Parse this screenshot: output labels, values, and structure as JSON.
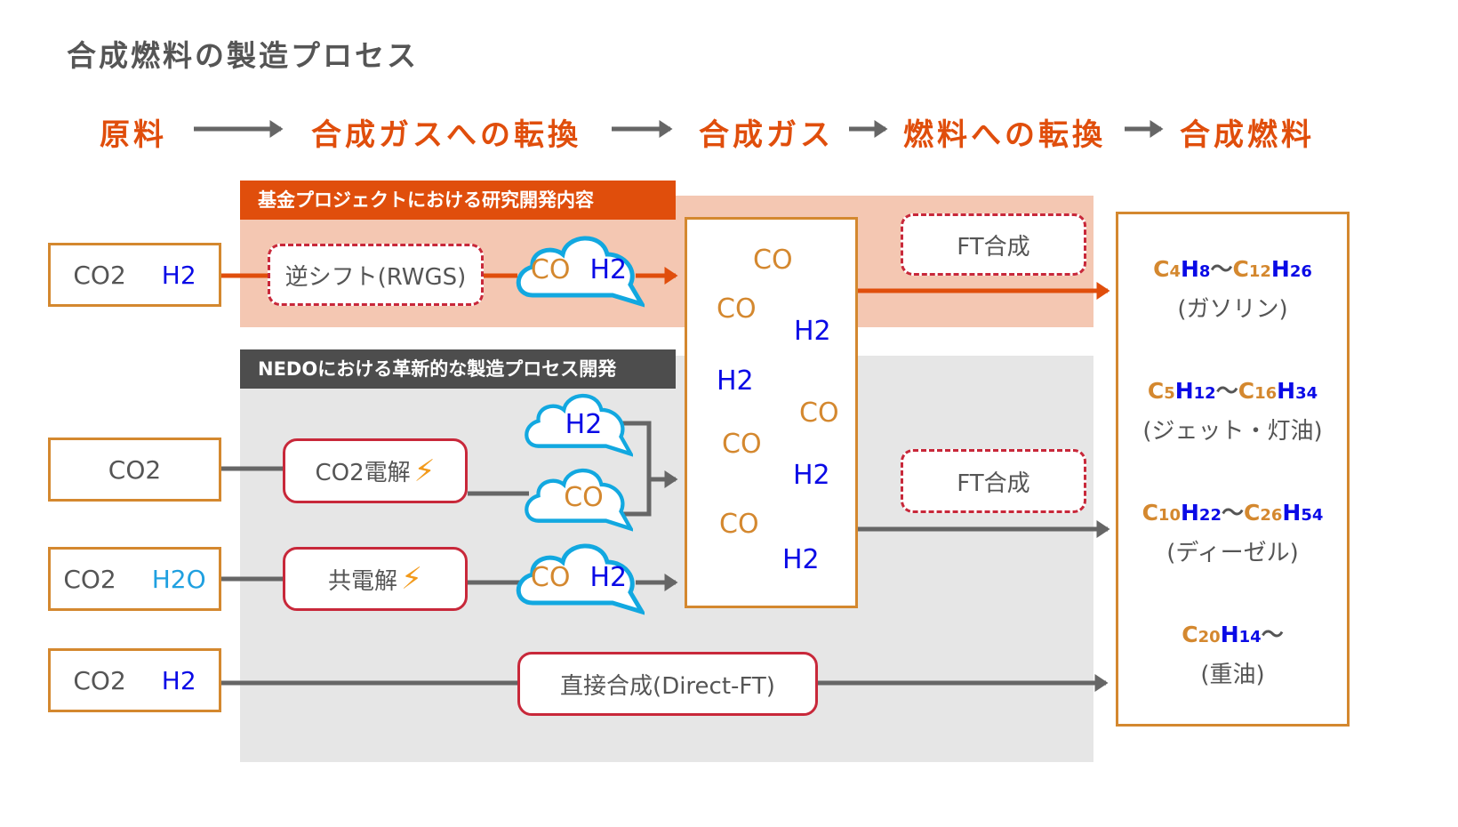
{
  "title": "合成燃料の製造プロセス",
  "steps": [
    "原料",
    "合成ガスへの転換",
    "合成ガス",
    "燃料への転換",
    "合成燃料"
  ],
  "bands": {
    "fund_label": "基金プロジェクトにおける研究開発内容",
    "nedo_label": "NEDOにおける革新的な製造プロセス開発"
  },
  "sources": [
    {
      "a": "CO2",
      "b": "H2"
    },
    {
      "a": "CO2"
    },
    {
      "a": "CO2",
      "b": "H2O"
    },
    {
      "a": "CO2",
      "b": "H2"
    }
  ],
  "processes": {
    "rwgs": "逆シフト(RWGS)",
    "co2_electrolysis": "CO2電解",
    "co_electrolysis": "共電解",
    "direct_ft": "直接合成(Direct-FT)",
    "ft1": "FT合成",
    "ft2": "FT合成"
  },
  "clouds": {
    "co": "CO",
    "h2": "H2"
  },
  "central_gas": [
    "CO",
    "CO",
    "H2",
    "H2",
    "CO",
    "CO",
    "H2",
    "CO",
    "H2"
  ],
  "fuels": [
    {
      "formula": [
        [
          "C",
          "c"
        ],
        [
          "4",
          "cs"
        ],
        [
          "H",
          "h"
        ],
        [
          "8",
          "hs"
        ],
        [
          "〜",
          "g"
        ],
        [
          "C",
          "c"
        ],
        [
          "12",
          "cs"
        ],
        [
          "H",
          "h"
        ],
        [
          "26",
          "hs"
        ]
      ],
      "name": "(ガソリン)"
    },
    {
      "formula": [
        [
          "C",
          "c"
        ],
        [
          "5",
          "cs"
        ],
        [
          "H",
          "h"
        ],
        [
          "12",
          "hs"
        ],
        [
          "〜",
          "g"
        ],
        [
          "C",
          "c"
        ],
        [
          "16",
          "cs"
        ],
        [
          "H",
          "h"
        ],
        [
          "34",
          "hs"
        ]
      ],
      "name": "(ジェット・灯油)"
    },
    {
      "formula": [
        [
          "C",
          "c"
        ],
        [
          "10",
          "cs"
        ],
        [
          "H",
          "h"
        ],
        [
          "22",
          "hs"
        ],
        [
          "〜",
          "g"
        ],
        [
          "C",
          "c"
        ],
        [
          "26",
          "cs"
        ],
        [
          "H",
          "h"
        ],
        [
          "54",
          "hs"
        ]
      ],
      "name": "(ディーゼル)"
    },
    {
      "formula": [
        [
          "C",
          "c"
        ],
        [
          "20",
          "cs"
        ],
        [
          "H",
          "h"
        ],
        [
          "14",
          "hs"
        ],
        [
          "〜",
          "g"
        ]
      ],
      "name": "(重油)"
    }
  ],
  "colors": {
    "orange": "#E04E0C",
    "box": "#D4882F",
    "h2": "#0A0AE6",
    "h2o": "#1FA0E0",
    "red": "#C8283A",
    "line": "#666666"
  }
}
